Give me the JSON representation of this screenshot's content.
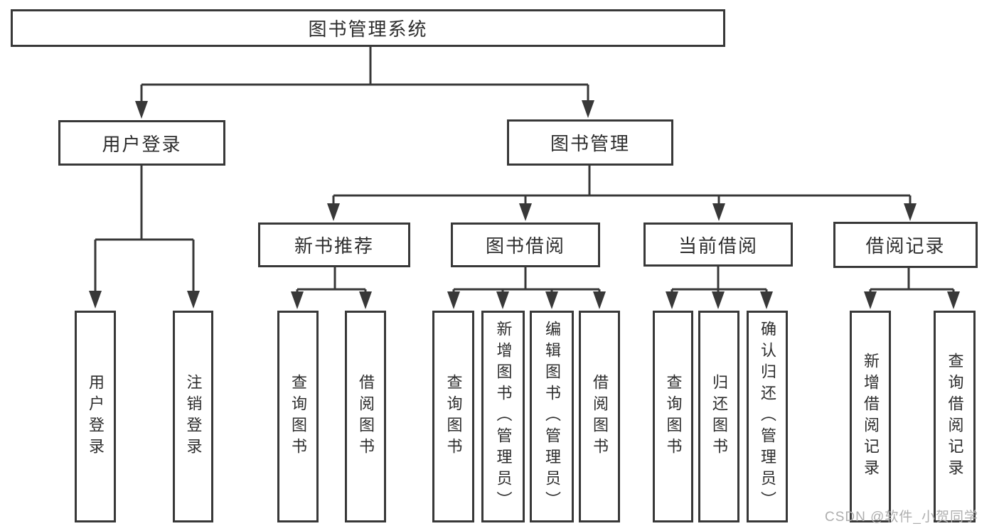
{
  "diagram": {
    "root": {
      "label": "图书管理系统"
    },
    "level2": [
      {
        "id": "user-login",
        "label": "用户登录"
      },
      {
        "id": "book-management",
        "label": "图书管理"
      }
    ],
    "level3": [
      {
        "id": "new-book-recommend",
        "parent": "图书管理",
        "label": "新书推荐"
      },
      {
        "id": "book-borrow",
        "parent": "图书管理",
        "label": "图书借阅"
      },
      {
        "id": "current-borrow",
        "parent": "图书管理",
        "label": "当前借阅"
      },
      {
        "id": "borrow-records",
        "parent": "图书管理",
        "label": "借阅记录"
      }
    ],
    "leaves": [
      {
        "parent": "用户登录",
        "label": "用户登录"
      },
      {
        "parent": "用户登录",
        "label": "注销登录"
      },
      {
        "parent": "新书推荐",
        "label": "查询图书"
      },
      {
        "parent": "新书推荐",
        "label": "借阅图书"
      },
      {
        "parent": "图书借阅",
        "label": "查询图书"
      },
      {
        "parent": "图书借阅",
        "label": "新增图书（管理员）"
      },
      {
        "parent": "图书借阅",
        "label": "编辑图书（管理员）"
      },
      {
        "parent": "图书借阅",
        "label": "借阅图书"
      },
      {
        "parent": "当前借阅",
        "label": "查询图书"
      },
      {
        "parent": "当前借阅",
        "label": "归还图书"
      },
      {
        "parent": "当前借阅",
        "label": "确认归还（管理员）"
      },
      {
        "parent": "借阅记录",
        "label": "新增借阅记录"
      },
      {
        "parent": "借阅记录",
        "label": "查询借阅记录"
      }
    ],
    "watermark": "CSDN @软件_小贺同学",
    "colors": {
      "line": "#383838",
      "text": "#2d2d2d",
      "watermark": "#aeaeae",
      "background": "#ffffff"
    }
  }
}
